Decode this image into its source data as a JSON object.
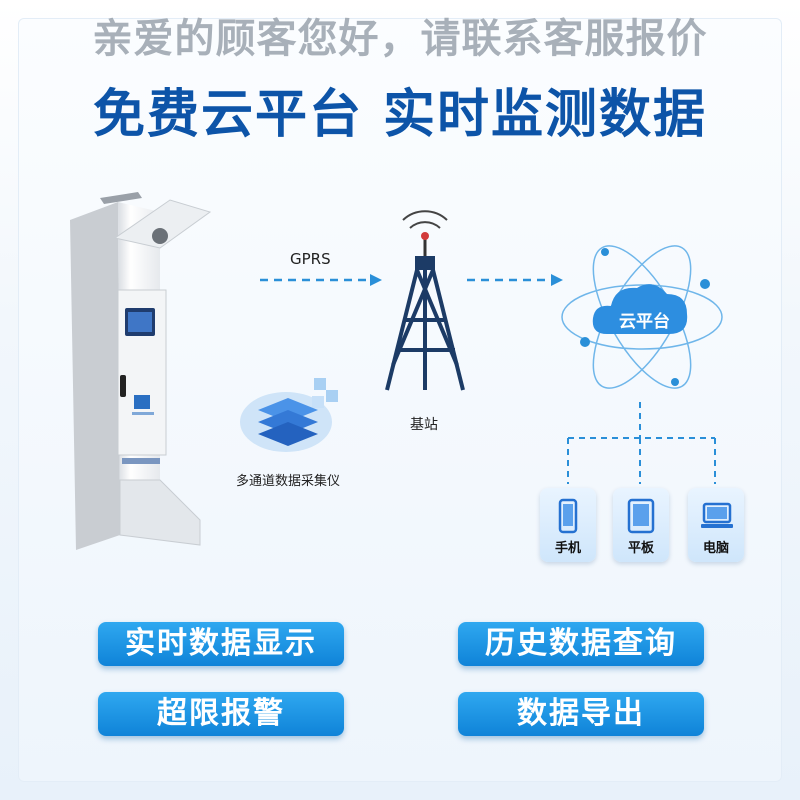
{
  "watermark": "亲爱的顾客您好，请联系客服报价",
  "headline": "免费云平台 实时监测数据",
  "diagram": {
    "link_label": "GPRS",
    "tower_label": "基站",
    "cloud_label": "云平台",
    "collector_label": "多通道数据采集仪",
    "devices": [
      "手机",
      "平板",
      "电脑"
    ]
  },
  "features": {
    "realtime": "实时数据显示",
    "history": "历史数据查询",
    "alarm": "超限报警",
    "export": "数据导出"
  },
  "colors": {
    "accent": "#0d54a8",
    "button": "#1595e3",
    "dash": "#2a8fd8"
  },
  "icons": [
    "monitor-cabinet",
    "signal-tower-icon",
    "cloud-icon",
    "data-layers-icon",
    "phone-icon",
    "tablet-icon",
    "laptop-icon"
  ]
}
